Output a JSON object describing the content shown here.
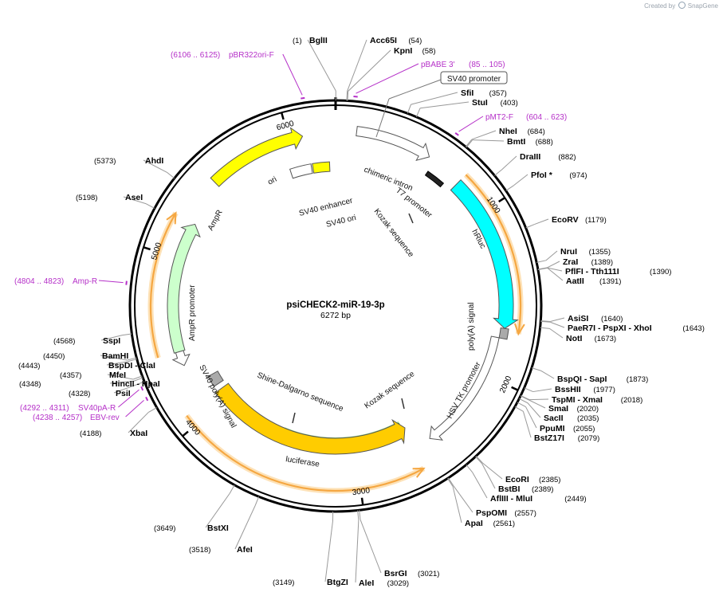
{
  "credit": {
    "prefix": "Created by",
    "brand": "SnapGene",
    "icon": "snapgene-logo-icon"
  },
  "plasmid": {
    "name": "psiCHECK2-miR-19-3p",
    "length_label": "6272 bp",
    "length": 6272
  },
  "ticks": [
    {
      "pos": 1000,
      "label": "1000"
    },
    {
      "pos": 2000,
      "label": "2000"
    },
    {
      "pos": 3000,
      "label": "3000"
    },
    {
      "pos": 4000,
      "label": "4000"
    },
    {
      "pos": 5000,
      "label": "5000"
    },
    {
      "pos": 6000,
      "label": "6000"
    }
  ],
  "sites": [
    {
      "name": "BglII",
      "pos_label": "(1)",
      "pos": 1,
      "side": "left"
    },
    {
      "name": "Acc65I",
      "pos_label": "(54)",
      "pos": 54,
      "side": "right"
    },
    {
      "name": "KpnI",
      "pos_label": "(58)",
      "pos": 58,
      "side": "right"
    },
    {
      "name": "SfiI",
      "pos_label": "(357)",
      "pos": 357,
      "side": "right"
    },
    {
      "name": "StuI",
      "pos_label": "(403)",
      "pos": 403,
      "side": "right"
    },
    {
      "name": "NheI",
      "pos_label": "(684)",
      "pos": 684,
      "side": "right"
    },
    {
      "name": "BmtI",
      "pos_label": "(688)",
      "pos": 688,
      "side": "right"
    },
    {
      "name": "DraIII",
      "pos_label": "(882)",
      "pos": 882,
      "side": "right"
    },
    {
      "name": "PfoI *",
      "pos_label": "(974)",
      "pos": 974,
      "side": "right"
    },
    {
      "name": "EcoRV",
      "pos_label": "(1179)",
      "pos": 1179,
      "side": "right"
    },
    {
      "name": "NruI",
      "pos_label": "(1355)",
      "pos": 1355,
      "side": "right"
    },
    {
      "name": "ZraI",
      "pos_label": "(1389)",
      "pos": 1389,
      "side": "right"
    },
    {
      "name": "PflFI - Tth111I",
      "pos_label": "(1390)",
      "pos": 1390,
      "side": "right"
    },
    {
      "name": "AatII",
      "pos_label": "(1391)",
      "pos": 1391,
      "side": "right"
    },
    {
      "name": "AsiSI",
      "pos_label": "(1640)",
      "pos": 1640,
      "side": "right"
    },
    {
      "name": "PaeR7I - PspXI - XhoI",
      "pos_label": "(1643)",
      "pos": 1643,
      "side": "right"
    },
    {
      "name": "NotI",
      "pos_label": "(1673)",
      "pos": 1673,
      "side": "right"
    },
    {
      "name": "BspQI - SapI",
      "pos_label": "(1873)",
      "pos": 1873,
      "side": "right"
    },
    {
      "name": "BssHII",
      "pos_label": "(1977)",
      "pos": 1977,
      "side": "right"
    },
    {
      "name": "TspMI - XmaI",
      "pos_label": "(2018)",
      "pos": 2018,
      "side": "right"
    },
    {
      "name": "SmaI",
      "pos_label": "(2020)",
      "pos": 2020,
      "side": "right"
    },
    {
      "name": "SacII",
      "pos_label": "(2035)",
      "pos": 2035,
      "side": "right"
    },
    {
      "name": "PpuMI",
      "pos_label": "(2055)",
      "pos": 2055,
      "side": "right"
    },
    {
      "name": "BstZ17I",
      "pos_label": "(2079)",
      "pos": 2079,
      "side": "right"
    },
    {
      "name": "EcoRI",
      "pos_label": "(2385)",
      "pos": 2385,
      "side": "right"
    },
    {
      "name": "BstBI",
      "pos_label": "(2389)",
      "pos": 2389,
      "side": "right"
    },
    {
      "name": "AflIII - MluI",
      "pos_label": "(2449)",
      "pos": 2449,
      "side": "right"
    },
    {
      "name": "PspOMI",
      "pos_label": "(2557)",
      "pos": 2557,
      "side": "right"
    },
    {
      "name": "ApaI",
      "pos_label": "(2561)",
      "pos": 2561,
      "side": "right"
    },
    {
      "name": "BsrGI",
      "pos_label": "(3021)",
      "pos": 3021,
      "side": "right"
    },
    {
      "name": "AleI",
      "pos_label": "(3029)",
      "pos": 3029,
      "side": "right"
    },
    {
      "name": "BtgZI",
      "pos_label": "(3149)",
      "pos": 3149,
      "side": "left"
    },
    {
      "name": "AfeI",
      "pos_label": "(3518)",
      "pos": 3518,
      "side": "left"
    },
    {
      "name": "BstXI",
      "pos_label": "(3649)",
      "pos": 3649,
      "side": "left"
    },
    {
      "name": "XbaI",
      "pos_label": "(4188)",
      "pos": 4188,
      "side": "left"
    },
    {
      "name": "PsiI",
      "pos_label": "(4328)",
      "pos": 4328,
      "side": "left"
    },
    {
      "name": "HincII - HpaI",
      "pos_label": "(4348)",
      "pos": 4348,
      "side": "left"
    },
    {
      "name": "MfeI",
      "pos_label": "(4357)",
      "pos": 4357,
      "side": "left"
    },
    {
      "name": "BspDI - ClaI",
      "pos_label": "(4443)",
      "pos": 4443,
      "side": "left"
    },
    {
      "name": "BamHI",
      "pos_label": "(4450)",
      "pos": 4450,
      "side": "left"
    },
    {
      "name": "SspI",
      "pos_label": "(4568)",
      "pos": 4568,
      "side": "left"
    },
    {
      "name": "AseI",
      "pos_label": "(5198)",
      "pos": 5198,
      "side": "left"
    },
    {
      "name": "AhdI",
      "pos_label": "(5373)",
      "pos": 5373,
      "side": "left"
    }
  ],
  "primers": [
    {
      "name": "pBR322ori-F",
      "range": "(6106 .. 6125)",
      "start": 6106,
      "end": 6125,
      "side": "left"
    },
    {
      "name": "pBABE 3'",
      "range": "(85 .. 105)",
      "start": 85,
      "end": 105,
      "side": "right"
    },
    {
      "name": "pMT2-F",
      "range": "(604 .. 623)",
      "start": 604,
      "end": 623,
      "side": "right"
    },
    {
      "name": "Amp-R",
      "range": "(4804 .. 4823)",
      "start": 4804,
      "end": 4823,
      "side": "left"
    },
    {
      "name": "SV40pA-R",
      "range": "(4292 .. 4311)",
      "start": 4292,
      "end": 4311,
      "side": "left"
    },
    {
      "name": "EBV-rev",
      "range": "(4238 .. 4257)",
      "start": 4238,
      "end": 4257,
      "side": "left"
    }
  ],
  "boxed_feature": {
    "name": "SV40 promoter",
    "pos": 300
  },
  "features": [
    {
      "name": "ori",
      "color": "#ffff00",
      "border": "#555555",
      "start": 5500,
      "end": 6080,
      "dir": 1,
      "r": 217,
      "w": 15
    },
    {
      "name": "chimeric intron",
      "color": "#ffffff",
      "border": "#555555",
      "start": 120,
      "end": 560,
      "dir": 1,
      "r": 221,
      "w": 12
    },
    {
      "name": "T7 promoter",
      "color": "#222222",
      "border": "#000000",
      "start": 600,
      "end": 720,
      "dir": 0,
      "r": 202,
      "w": 6
    },
    {
      "name": "hRluc",
      "color": "#00ffff",
      "border": "#555555",
      "start": 780,
      "end": 1700,
      "dir": 1,
      "r": 214,
      "w": 18
    },
    {
      "name": "poly(A) signal",
      "color": "#aaaaaa",
      "border": "#555555",
      "start": 1700,
      "end": 1760,
      "dir": 0,
      "r": 214,
      "w": 10
    },
    {
      "name": "HSV TK promoter",
      "color": "#ffffff",
      "border": "#555555",
      "start": 1760,
      "end": 2520,
      "dir": 1,
      "r": 204,
      "w": 10
    },
    {
      "name": "luciferase",
      "color": "#ffcc00",
      "border": "#555555",
      "start": 2620,
      "end": 4080,
      "dir": -1,
      "r": 176,
      "w": 20
    },
    {
      "name": "SV40 poly(A) signal",
      "color": "#aaaaaa",
      "border": "#555555",
      "start": 4120,
      "end": 4200,
      "dir": 0,
      "r": 176,
      "w": 14
    },
    {
      "name": "AmpR promoter",
      "color": "#ffffff",
      "border": "#555555",
      "start": 4330,
      "end": 4420,
      "dir": -1,
      "r": 204,
      "w": 10
    },
    {
      "name": "AmpR",
      "color": "#ccffcc",
      "border": "#555555",
      "start": 4420,
      "end": 5230,
      "dir": 1,
      "r": 204,
      "w": 14
    },
    {
      "name": "SV40 enhancer",
      "color": "#ffffff",
      "border": "#555555",
      "start": 5950,
      "end": 6100,
      "dir": 0,
      "r": 175,
      "w": 12
    },
    {
      "name": "SV40 ori",
      "color": "#ffff00",
      "border": "#555555",
      "start": 6110,
      "end": 6230,
      "dir": 0,
      "r": 175,
      "w": 12
    }
  ],
  "orfs": [
    {
      "start": 780,
      "end": 1720,
      "dir": 1
    },
    {
      "start": 2640,
      "end": 4070,
      "dir": -1
    },
    {
      "start": 4420,
      "end": 5230,
      "dir": 1
    }
  ],
  "green_strip": {
    "start": 2640,
    "end": 3530
  },
  "inner_labels": [
    {
      "name": "SV40 enhancer"
    },
    {
      "name": "SV40 ori"
    },
    {
      "name": "Kozak sequence"
    },
    {
      "name": "Kozak sequence"
    },
    {
      "name": "Shine-Dalgarno sequence"
    }
  ],
  "colors": {
    "backbone": "#000000",
    "primer": "#b530c8",
    "orf": "#f5a742",
    "orf_glow": "#fde2b8",
    "cds_strip": "#2f8a1a"
  }
}
